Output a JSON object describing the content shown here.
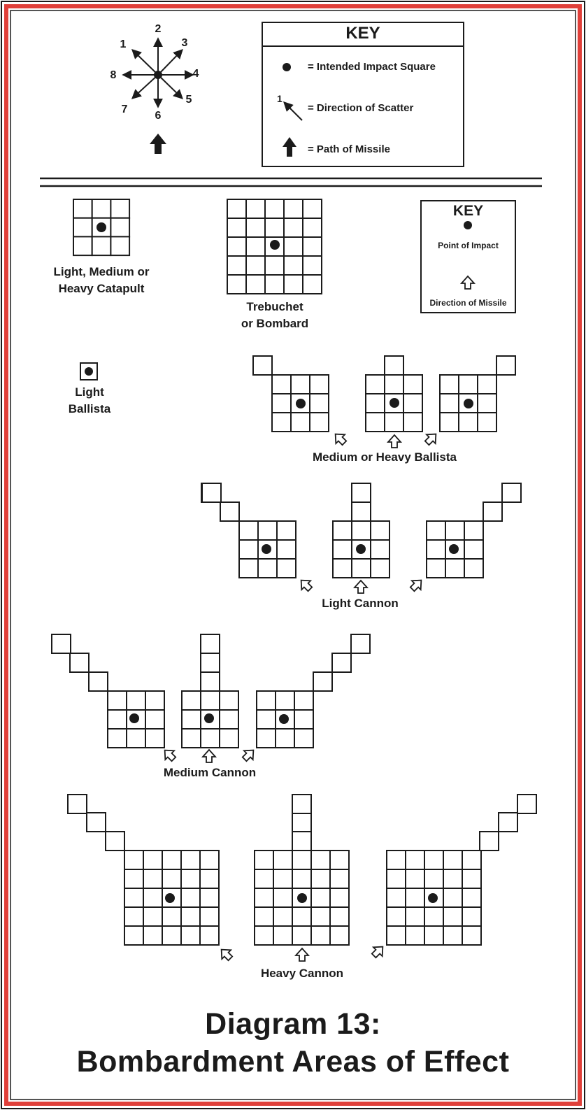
{
  "compass": {
    "numbers": [
      "1",
      "2",
      "3",
      "4",
      "5",
      "6",
      "7",
      "8"
    ]
  },
  "key_top": {
    "heading": "KEY",
    "items": [
      {
        "icon": "dot-icon",
        "text": "= Intended Impact Square"
      },
      {
        "icon": "scatter-arrow-icon",
        "number": "1",
        "text": "= Direction of Scatter"
      },
      {
        "icon": "missile-arrow-icon",
        "text": "= Path of Missile"
      }
    ]
  },
  "key_small": {
    "heading": "KEY",
    "point_label": "Point of Impact",
    "direction_label": "Direction of Missile"
  },
  "labels": {
    "catapult": [
      "Light, Medium or",
      "Heavy Catapult"
    ],
    "trebuchet": [
      "Trebuchet",
      "or Bombard"
    ],
    "light_ballista": [
      "Light",
      "Ballista"
    ],
    "medium_ballista": "Medium or Heavy Ballista",
    "light_cannon": "Light Cannon",
    "medium_cannon": "Medium Cannon",
    "heavy_cannon": "Heavy Cannon"
  },
  "title": {
    "line1": "Diagram 13:",
    "line2": "Bombardment Areas of Effect"
  },
  "colors": {
    "border_red": "#e0403a",
    "ink": "#1b1b1b"
  }
}
